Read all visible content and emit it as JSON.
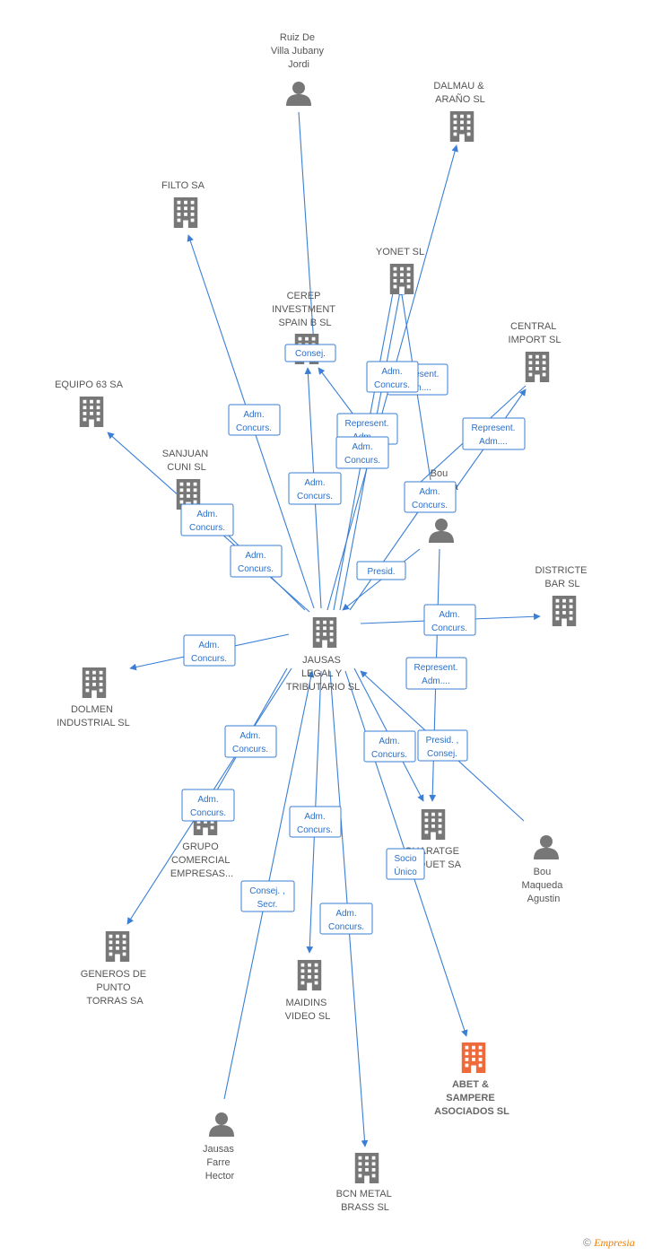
{
  "colors": {
    "edge": "#3a7fd5",
    "node": "#777777",
    "highlight": "#ef6a3a"
  },
  "nodes": [
    {
      "id": "ruiz",
      "type": "person",
      "label": [
        "Ruiz De",
        "Villa Jubany",
        "Jordi"
      ]
    },
    {
      "id": "dalmau",
      "type": "company",
      "label": [
        "DALMAU &",
        "ARAÑO SL"
      ]
    },
    {
      "id": "filto",
      "type": "company",
      "label": [
        "FILTO SA"
      ]
    },
    {
      "id": "yonet",
      "type": "company",
      "label": [
        "YONET SL"
      ]
    },
    {
      "id": "cerep",
      "type": "company",
      "label": [
        "CEREP",
        "INVESTMENT",
        "SPAIN B SL"
      ]
    },
    {
      "id": "central",
      "type": "company",
      "label": [
        "CENTRAL",
        "IMPORT SL"
      ]
    },
    {
      "id": "equipo",
      "type": "company",
      "label": [
        "EQUIPO 63 SA"
      ]
    },
    {
      "id": "sanjuan",
      "type": "company",
      "label": [
        "SANJUAN",
        "CUNI SL"
      ]
    },
    {
      "id": "bou1",
      "type": "person",
      "label": [
        "Bou",
        "Ma"
      ]
    },
    {
      "id": "districte",
      "type": "company",
      "label": [
        "DISTRICTE",
        "BAR SL"
      ]
    },
    {
      "id": "jausas",
      "type": "company",
      "label": [
        "JAUSAS",
        "LEGAL Y",
        "TRIBUTARIO SL"
      ]
    },
    {
      "id": "dolmen",
      "type": "company",
      "label": [
        "DOLMEN",
        "INDUSTRIAL  SL"
      ]
    },
    {
      "id": "grupo",
      "type": "company",
      "label": [
        "GRUPO",
        "COMERCIAL",
        "EMPRESAS..."
      ]
    },
    {
      "id": "guaratge",
      "type": "company",
      "label": [
        "GUARATGE",
        "PAQUET SA"
      ]
    },
    {
      "id": "bou2",
      "type": "person",
      "label": [
        "Bou",
        "Maqueda",
        "Agustin"
      ]
    },
    {
      "id": "generos",
      "type": "company",
      "label": [
        "GENEROS DE",
        "PUNTO",
        "TORRAS SA"
      ]
    },
    {
      "id": "maidins",
      "type": "company",
      "label": [
        "MAIDINS",
        "VIDEO SL"
      ]
    },
    {
      "id": "abet",
      "type": "company",
      "highlight": true,
      "label": [
        "ABET &",
        "SAMPERE",
        "ASOCIADOS SL"
      ]
    },
    {
      "id": "jausasfarre",
      "type": "person",
      "label": [
        "Jausas",
        "Farre",
        "Hector"
      ]
    },
    {
      "id": "bcn",
      "type": "company",
      "label": [
        "BCN METAL",
        "BRASS SL"
      ]
    }
  ],
  "edge_labels": [
    {
      "id": "consej-cerep",
      "lines": [
        "Consej."
      ]
    },
    {
      "id": "admconcurs-yonet",
      "lines": [
        "Adm.",
        "Concurs."
      ]
    },
    {
      "id": "represent-yonet",
      "lines": [
        "Represent.",
        "Adm...."
      ]
    },
    {
      "id": "admconcurs-filto",
      "lines": [
        "Adm.",
        "Concurs."
      ]
    },
    {
      "id": "represent-cerep",
      "lines": [
        "Represent.",
        "Adm...."
      ]
    },
    {
      "id": "admconcurs-dalmau",
      "lines": [
        "Adm.",
        "Concurs."
      ]
    },
    {
      "id": "represent-central",
      "lines": [
        "Represent.",
        "Adm...."
      ]
    },
    {
      "id": "admconcurs-bou",
      "lines": [
        "Adm.",
        "Concurs."
      ]
    },
    {
      "id": "admconcurs-cerep",
      "lines": [
        "Adm.",
        "Concurs."
      ]
    },
    {
      "id": "admconcurs-equipo",
      "lines": [
        "Adm.",
        "Concurs."
      ]
    },
    {
      "id": "admconcurs-sanjuan",
      "lines": [
        "Adm.",
        "Concurs."
      ]
    },
    {
      "id": "presid",
      "lines": [
        "Presid."
      ]
    },
    {
      "id": "admconcurs-districte",
      "lines": [
        "Adm.",
        "Concurs."
      ]
    },
    {
      "id": "admconcurs-dolmen",
      "lines": [
        "Adm.",
        "Concurs."
      ]
    },
    {
      "id": "represent-guaratge",
      "lines": [
        "Represent.",
        "Adm...."
      ]
    },
    {
      "id": "admconcurs-grupo1",
      "lines": [
        "Adm.",
        "Concurs."
      ]
    },
    {
      "id": "admconcurs-guaratge",
      "lines": [
        "Adm.",
        "Concurs."
      ]
    },
    {
      "id": "presid-consej",
      "lines": [
        "Presid. ,",
        "Consej."
      ]
    },
    {
      "id": "admconcurs-generos",
      "lines": [
        "Adm.",
        "Concurs."
      ]
    },
    {
      "id": "admconcurs-maidins",
      "lines": [
        "Adm.",
        "Concurs."
      ]
    },
    {
      "id": "socio",
      "lines": [
        "Socio",
        "Único"
      ]
    },
    {
      "id": "consej-secr",
      "lines": [
        "Consej. ,",
        "Secr."
      ]
    },
    {
      "id": "admconcurs-bcn",
      "lines": [
        "Adm.",
        "Concurs."
      ]
    }
  ],
  "footer": {
    "copyright": "©",
    "brand": "Empresia"
  }
}
